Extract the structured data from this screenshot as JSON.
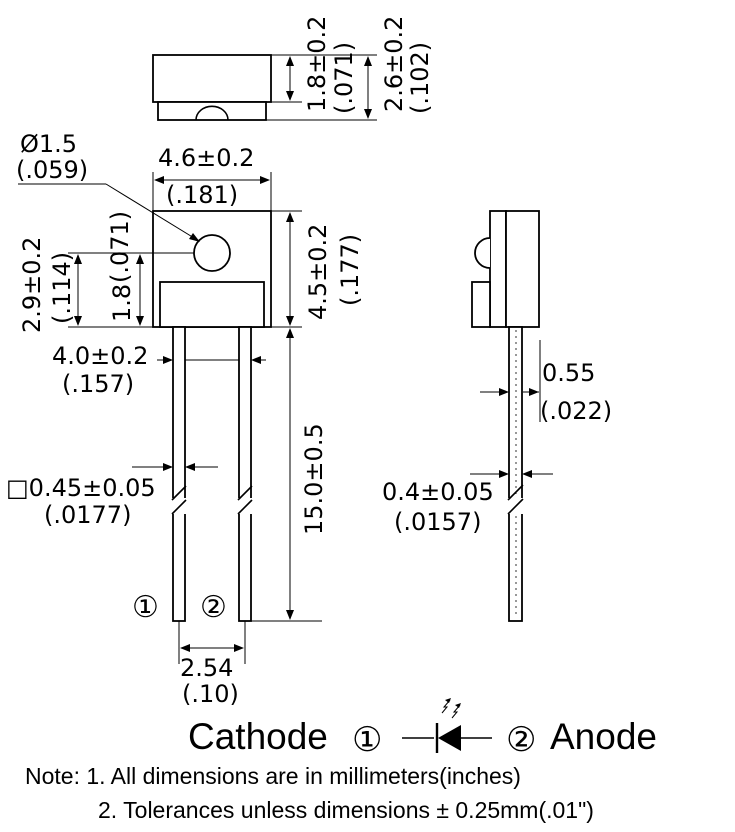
{
  "top_view": {
    "height_dim": "1.8±0.2",
    "height_dim_in": "(.071)",
    "total_dim": "2.6±0.2",
    "total_dim_in": "(.102)"
  },
  "front_view": {
    "lens_dia": "Ø1.5",
    "lens_dia_in": "(.059)",
    "width_dim": "4.6±0.2",
    "width_dim_in": "(.181)",
    "lens_center_dim": "2.9±0.2",
    "lens_center_dim_in": "(.114)",
    "lens_height_dim": "1.8",
    "lens_height_dim_in": "(.071)",
    "body_height_dim": "4.5±0.2",
    "body_height_dim_in": "(.177)",
    "lead_gap_dim": "4.0±0.2",
    "lead_gap_dim_in": "(.157)",
    "lead_length_dim": "15.0±0.5",
    "lead_width_dim": "□0.45±0.05",
    "lead_width_dim_in": "(.0177)",
    "pin1": "①",
    "pin2": "②",
    "pitch_dim": "2.54",
    "pitch_dim_in": "(.10)"
  },
  "side_view": {
    "lead_thick_dim": "0.55",
    "lead_thick_dim_in": "(.022)",
    "lead_dim": "0.4±0.05",
    "lead_dim_in": "(.0157)"
  },
  "legend": {
    "cathode": "Cathode",
    "pin1": "①",
    "pin2": "②",
    "anode": "Anode"
  },
  "notes": {
    "line1": "Note: 1. All dimensions are in millimeters(inches)",
    "line2": "2. Tolerances unless dimensions ± 0.25mm(.01\")"
  }
}
